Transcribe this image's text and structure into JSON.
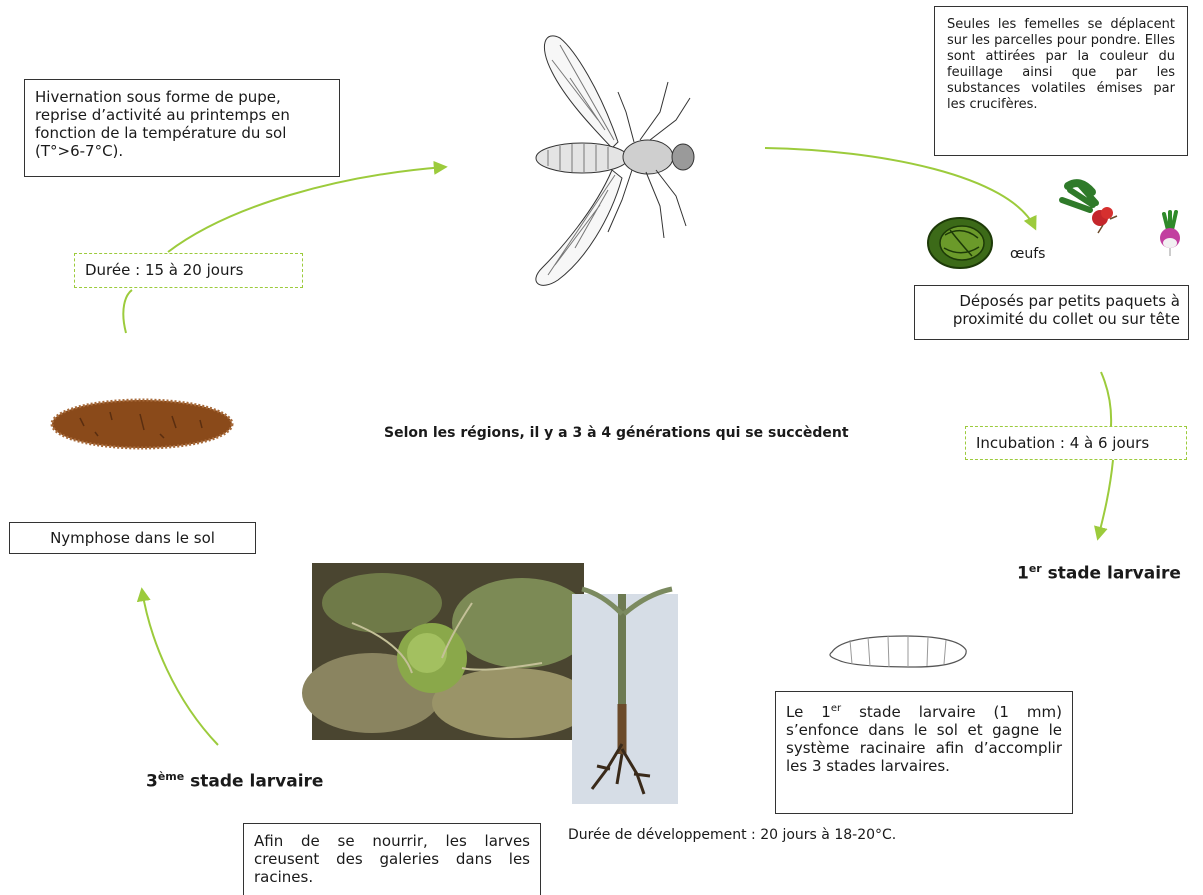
{
  "central_caption": "Selon les régions, il y a 3 à 4 générations qui se succèdent",
  "hibernation_text": "Hivernation sous forme de pupe, reprise d’activité au printemps en fonction de la température du sol (T°>6-7°C).",
  "females_text": "Seules les femelles se déplacent sur les parcelles pour pondre. Elles sont attirées par la couleur du feuillage ainsi que par les substances volatiles émises par les crucifères.",
  "eggs_label": "œufs",
  "eggs_text": "Déposés par petits paquets à proximité du collet ou sur tête",
  "incubation_text": "Incubation : 4 à 6 jours",
  "duration_text": "Durée : 15 à 20 jours",
  "nymphose_text": "Nymphose dans le sol",
  "stage1": {
    "number": "1",
    "sup": "er",
    "label": "stade larvaire"
  },
  "stage1_desc": {
    "a": "Le 1",
    "sup": "er",
    "b": " stade larvaire (1 mm) s’enfonce dans le sol et gagne le système racinaire afin d’accomplir les 3 stades larvaires."
  },
  "stage3": {
    "number": "3",
    "sup": "ème",
    "label": "stade larvaire"
  },
  "feed_text": "Afin de se nourrir, les larves creusent des galeries dans les racines.",
  "dev_text": "Durée de développement : 20 jours à 18-20°C.",
  "colors": {
    "arrow": "#9ccb3c",
    "dash_border": "#9ccb3c",
    "pupa": "#8a4a1a"
  },
  "icons": [
    "fly-illustration",
    "cabbage-icon",
    "radish-icon",
    "turnip-icon",
    "pupa-image",
    "larva-drawing",
    "damaged-cabbage-photo",
    "damaged-root-photo"
  ]
}
